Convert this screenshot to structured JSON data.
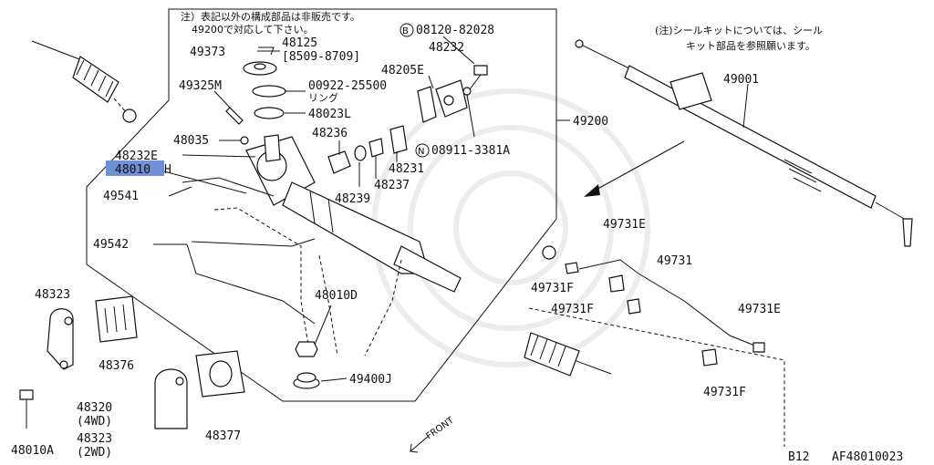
{
  "diagram": {
    "note_top": [
      "注）表記以外の構成部品は非販売です。",
      "49200で対応して下さい。"
    ],
    "note_right": [
      "(注)シールキットについては、シール",
      "キット部品を参照願います。"
    ],
    "labels": {
      "p49373": "49373",
      "p48125": "48125",
      "p48125_range": "[8509-8709]",
      "p08120": "08120-82028",
      "p48232": "48232",
      "p48205E": "48205E",
      "p49325M": "49325M",
      "p00922": "00922-25500",
      "p00922_sub": "リング",
      "p48023L": "48023L",
      "p48035": "48035",
      "p48236": "48236",
      "p08911": "08911-3381A",
      "p49200": "49200",
      "p48232E": "48232E",
      "p48010H_code": "48010",
      "p48010H_suffix": "H",
      "p48231": "48231",
      "p48237": "48237",
      "p48239": "48239",
      "p49541": "49541",
      "p49542": "49542",
      "p48010D": "48010D",
      "p49400J": "49400J",
      "p49001": "49001",
      "p49731E_a": "49731E",
      "p49731": "49731",
      "p49731F_a": "49731F",
      "p49731F_b": "49731F",
      "p49731E_b": "49731E",
      "p49731F_c": "49731F",
      "p48323_a": "48323",
      "p48376": "48376",
      "p48320": "48320",
      "p48320_sub": "(4WD)",
      "p48323_b": "48323",
      "p48323_b_sub": "(2WD)",
      "p48377": "48377",
      "p48010A": "48010A",
      "front": "FRONT",
      "footer_left": "B12",
      "footer_right": "AF48010023",
      "circle_b": "B",
      "circle_n": "N"
    },
    "highlight_color": "#6f8fd6"
  }
}
